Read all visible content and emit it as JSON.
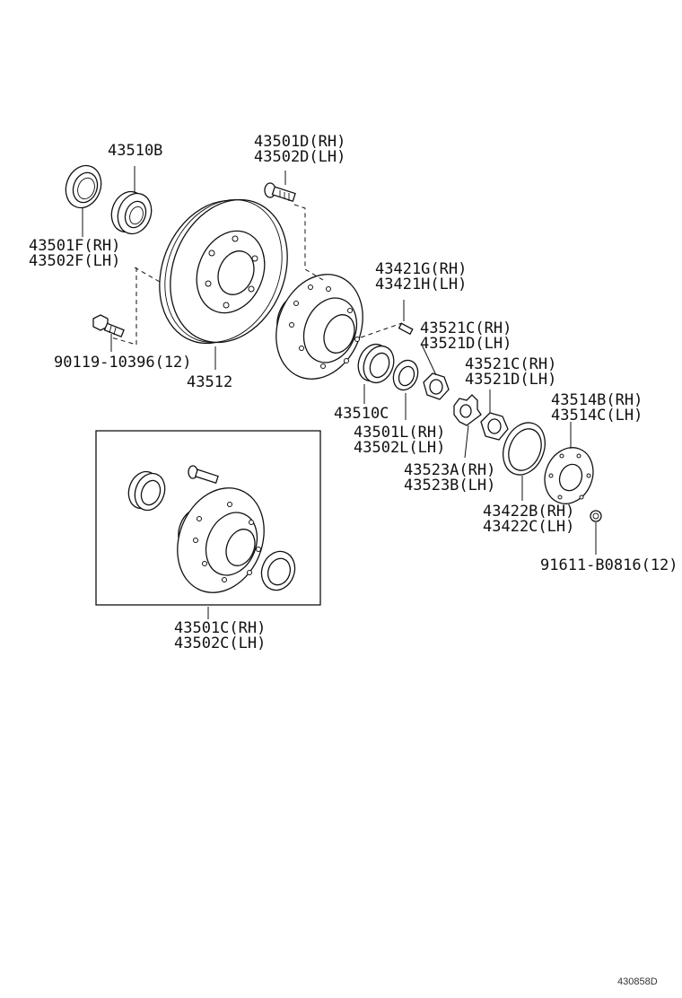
{
  "labels": {
    "oil_seal_outer": [
      "43501F(RH)",
      "43502F(LH)"
    ],
    "bearing_outer": [
      "43510B"
    ],
    "hub_bolt": [
      "43501D(RH)",
      "43502D(LH)"
    ],
    "disc_bolt": [
      "90119-10396(12)"
    ],
    "brake_disc": [
      "43512"
    ],
    "hub_stud_pin": [
      "43421G(RH)",
      "43421H(LH)"
    ],
    "lock_nut_inner": [
      "43521C(RH)",
      "43521D(LH)"
    ],
    "bearing_inner": [
      "43510C"
    ],
    "lock_nut_outer": [
      "43521C(RH)",
      "43521D(LH)"
    ],
    "thrust_washer": [
      "43501L(RH)",
      "43502L(LH)"
    ],
    "lock_washer": [
      "43523A(RH)",
      "43523B(LH)"
    ],
    "hub_cover": [
      "43514B(RH)",
      "43514C(LH)"
    ],
    "gasket": [
      "43422B(RH)",
      "43422C(LH)"
    ],
    "cover_bolt": [
      "91611-B0816(12)"
    ],
    "hub_assembly": [
      "43501C(RH)",
      "43502C(LH)"
    ]
  },
  "ref_code": "430858D"
}
